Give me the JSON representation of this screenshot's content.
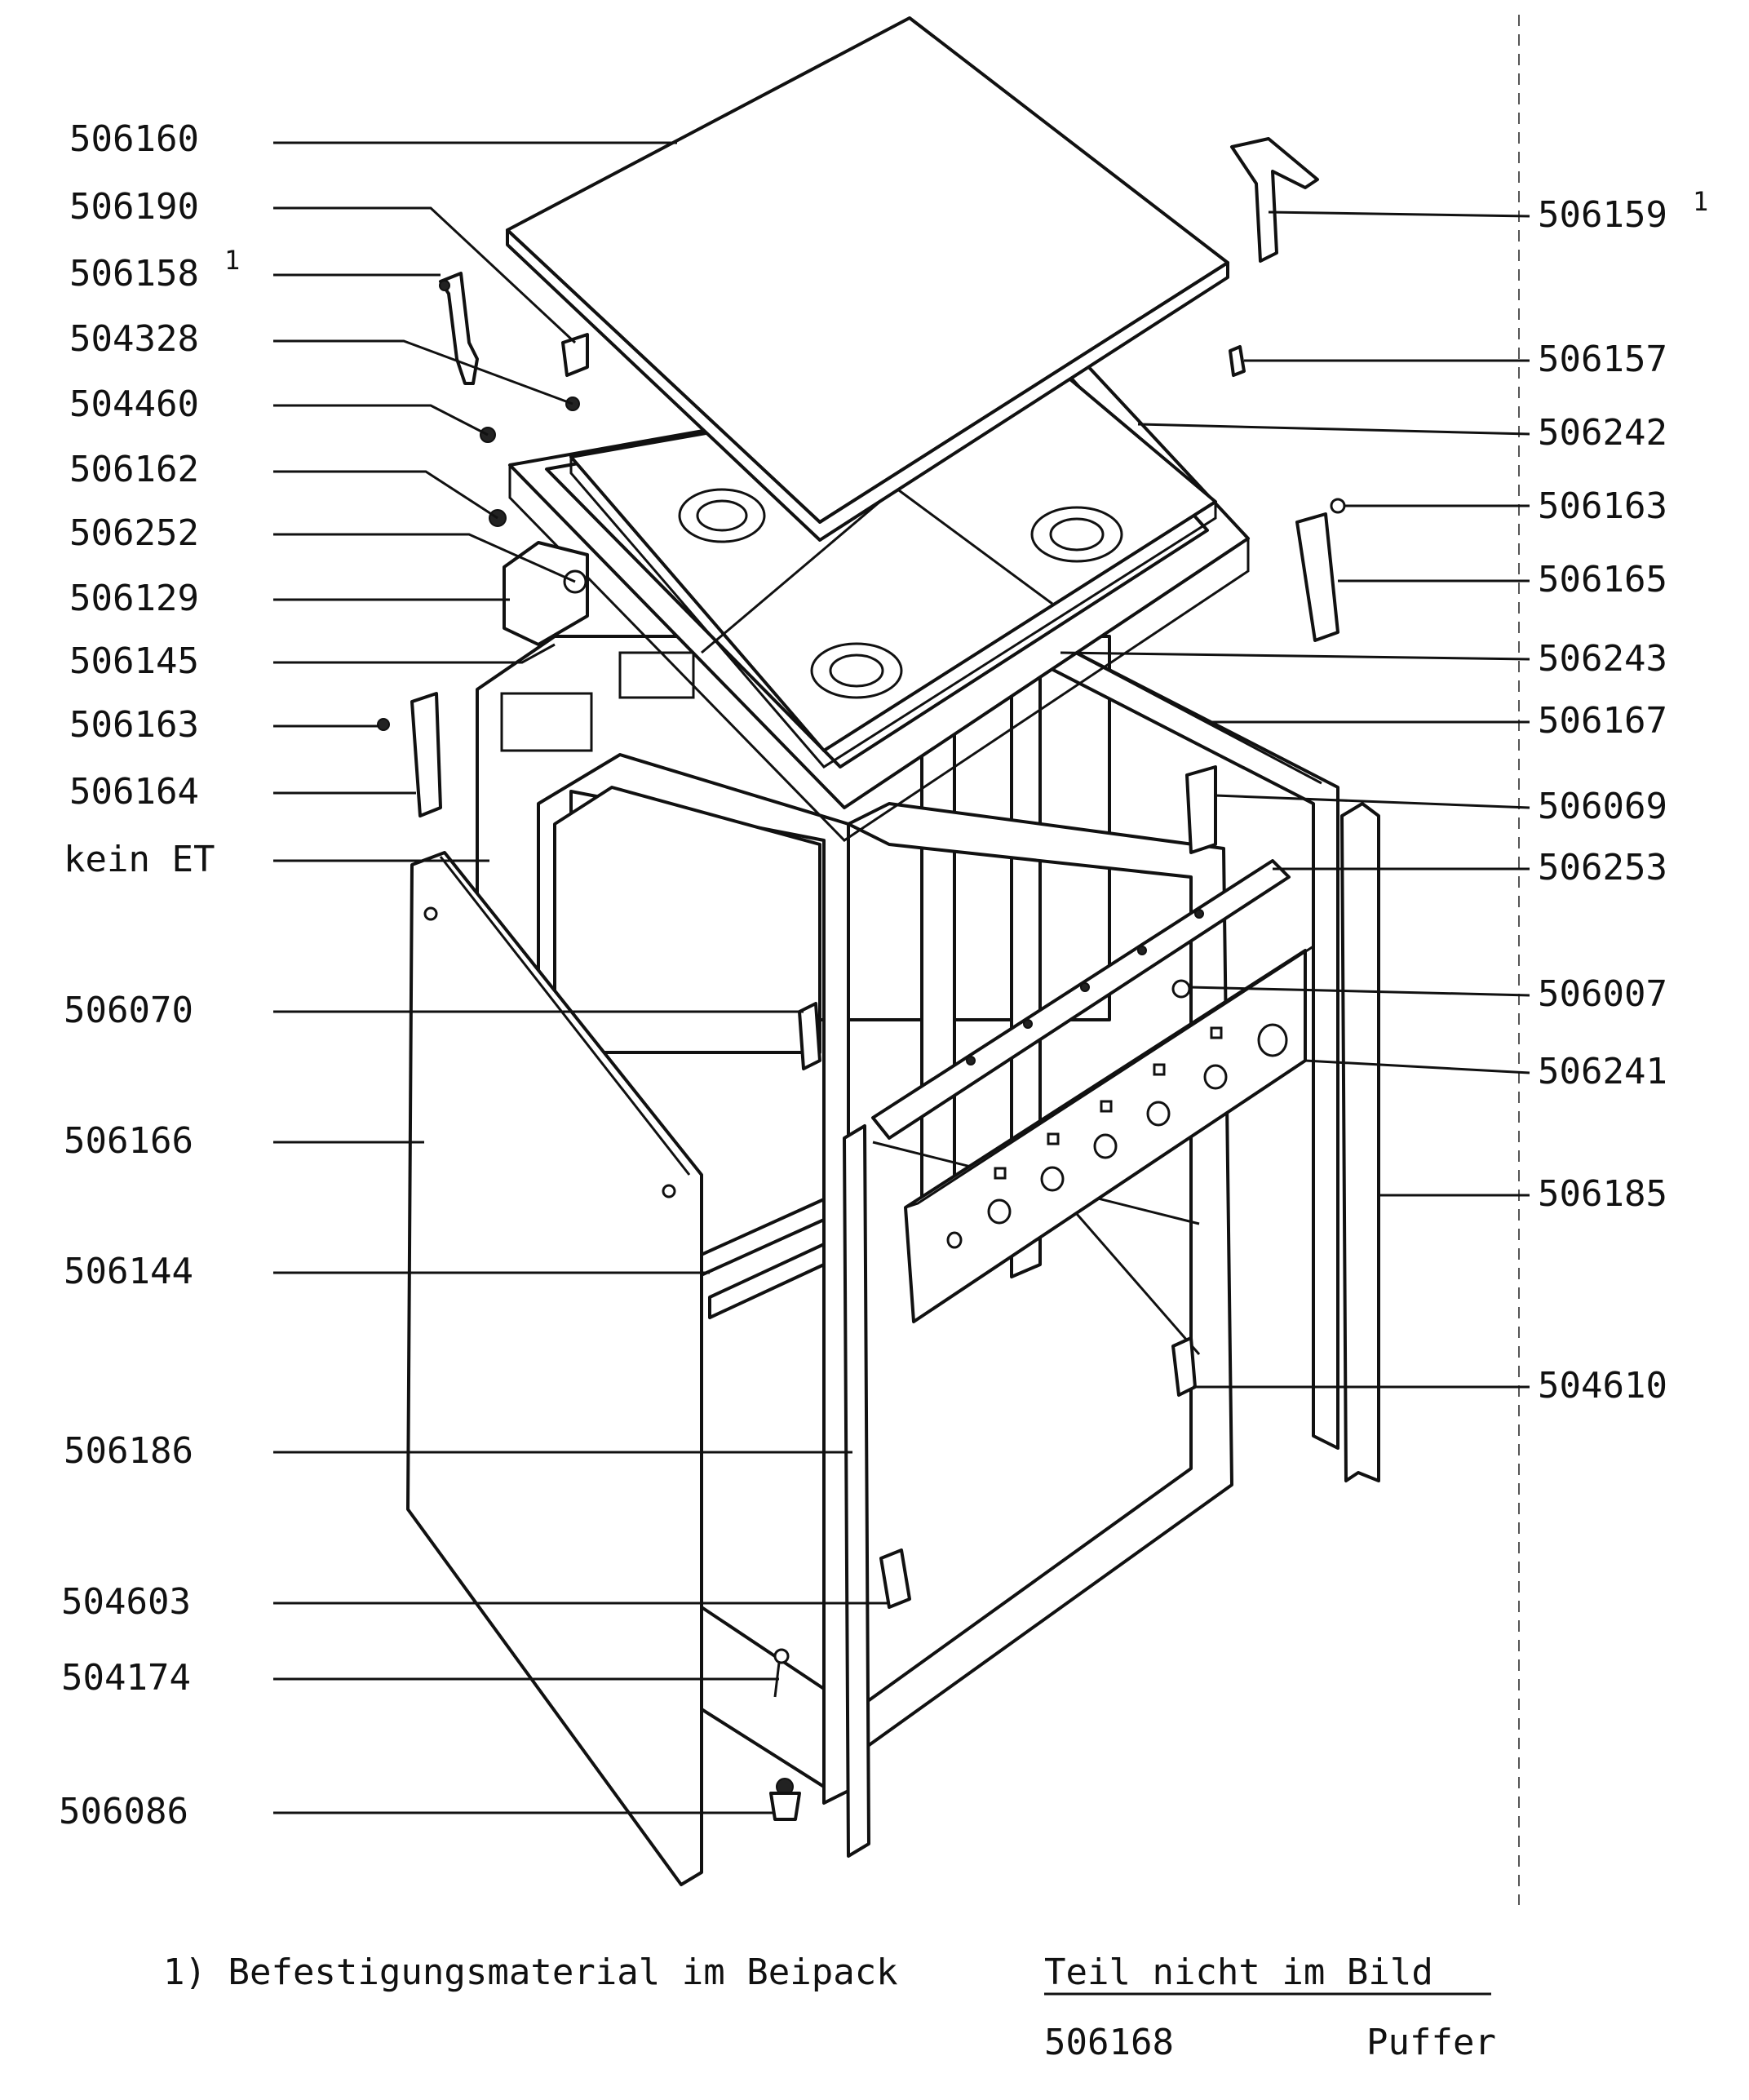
{
  "labels_left": [
    {
      "id": "p506160",
      "text": "506160"
    },
    {
      "id": "p506190",
      "text": "506190"
    },
    {
      "id": "p506158",
      "text": "506158",
      "sup": "1"
    },
    {
      "id": "p504328",
      "text": "504328"
    },
    {
      "id": "p504460",
      "text": "504460"
    },
    {
      "id": "p506162",
      "text": "506162"
    },
    {
      "id": "p506252",
      "text": "506252"
    },
    {
      "id": "p506129",
      "text": "506129"
    },
    {
      "id": "p506145",
      "text": "506145"
    },
    {
      "id": "p506163a",
      "text": "506163"
    },
    {
      "id": "p506164",
      "text": "506164"
    },
    {
      "id": "pkeinET",
      "text": "kein ET"
    },
    {
      "id": "p506070",
      "text": "506070"
    },
    {
      "id": "p506166",
      "text": "506166"
    },
    {
      "id": "p506144",
      "text": "506144"
    },
    {
      "id": "p506186",
      "text": "506186"
    },
    {
      "id": "p504603",
      "text": "504603"
    },
    {
      "id": "p504174",
      "text": "504174"
    },
    {
      "id": "p506086",
      "text": "506086"
    }
  ],
  "labels_right": [
    {
      "id": "p506159",
      "text": "506159",
      "sup": "1"
    },
    {
      "id": "p506157",
      "text": "506157"
    },
    {
      "id": "p506242",
      "text": "506242"
    },
    {
      "id": "p506163b",
      "text": "506163"
    },
    {
      "id": "p506165",
      "text": "506165"
    },
    {
      "id": "p506243",
      "text": "506243"
    },
    {
      "id": "p506167",
      "text": "506167"
    },
    {
      "id": "p506069",
      "text": "506069"
    },
    {
      "id": "p506253",
      "text": "506253"
    },
    {
      "id": "p506007",
      "text": "506007"
    },
    {
      "id": "p506241",
      "text": "506241"
    },
    {
      "id": "p506185",
      "text": "506185"
    },
    {
      "id": "p504610",
      "text": "504610"
    }
  ],
  "footnote": "1) Befestigungsmaterial im Beipack",
  "not_shown": {
    "heading": "Teil nicht im Bild",
    "part_number": "506168",
    "part_name": "Puffer"
  }
}
